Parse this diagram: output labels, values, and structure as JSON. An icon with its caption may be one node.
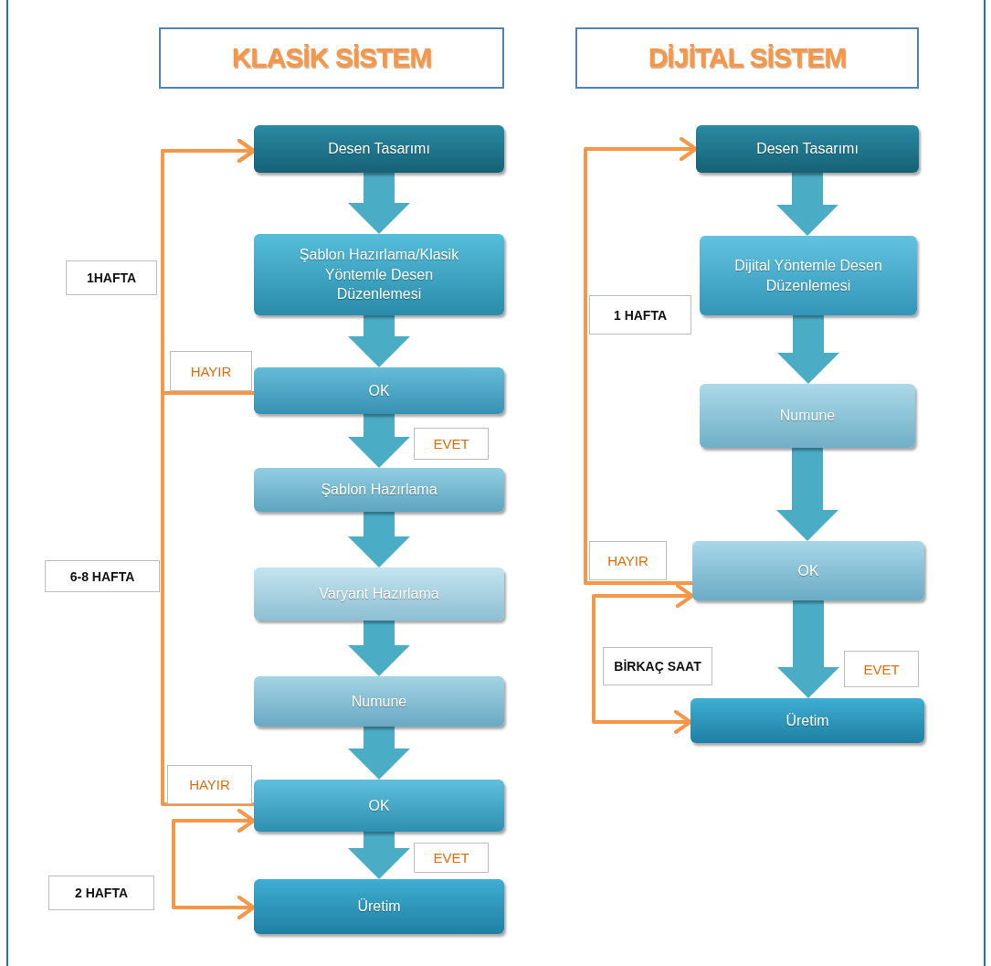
{
  "diagram": {
    "nodes": [
      {
        "text": [
          "KLASİK SİSTEM"
        ]
      },
      {
        "text": [
          "DİJİTAL SİSTEM"
        ]
      },
      {
        "text": [
          "Desen Tasarımı"
        ]
      },
      {
        "text": [
          "Şablon Hazırlama/Klasik Yöntemle Desen Düzenlemesi"
        ]
      },
      {
        "text": [
          "OK"
        ]
      },
      {
        "text": [
          "Şablon Hazırlama"
        ]
      },
      {
        "text": [
          "Varyant Hazırlama"
        ]
      },
      {
        "text": [
          "Numune"
        ]
      },
      {
        "text": [
          "OK"
        ]
      },
      {
        "text": [
          "Üretim"
        ]
      },
      {
        "text": [
          "Desen Tasarımı"
        ]
      },
      {
        "text": [
          "Dijital Yöntemle Desen Düzenlemesi"
        ]
      },
      {
        "text": [
          "Numune"
        ]
      },
      {
        "text": [
          "OK"
        ]
      },
      {
        "text": [
          "Üretim"
        ]
      }
    ],
    "edges": [
      {
        "from": 2,
        "to": 3,
        "arrow": "to"
      },
      {
        "from": 3,
        "to": 4,
        "arrow": "to"
      },
      {
        "from": 4,
        "to": 5,
        "arrow": "to",
        "label": "EVET"
      },
      {
        "from": 5,
        "to": 6,
        "arrow": "to"
      },
      {
        "from": 6,
        "to": 7,
        "arrow": "to"
      },
      {
        "from": 7,
        "to": 8,
        "arrow": "to"
      },
      {
        "from": 8,
        "to": 9,
        "arrow": "to",
        "label": "EVET"
      },
      {
        "from": 4,
        "to": 2,
        "arrow": "to",
        "color": "#f79646",
        "label": "HAYIR"
      },
      {
        "from": 8,
        "to": 2,
        "arrow": "to",
        "color": "#f79646",
        "label": "HAYIR"
      },
      {
        "from": 8,
        "to": 9,
        "arrow": "both",
        "color": "#f79646"
      },
      {
        "from": 10,
        "to": 11,
        "arrow": "to"
      },
      {
        "from": 11,
        "to": 12,
        "arrow": "to"
      },
      {
        "from": 12,
        "to": 13,
        "arrow": "to"
      },
      {
        "from": 13,
        "to": 14,
        "arrow": "to",
        "label": "EVET"
      },
      {
        "from": 13,
        "to": 10,
        "arrow": "to",
        "color": "#f79646",
        "label": "HAYIR"
      },
      {
        "from": 13,
        "to": 14,
        "arrow": "both",
        "color": "#f79646"
      }
    ],
    "labels": [
      "1HAFTA",
      "1 HAFTA",
      "6-8 HAFTA",
      "BİRKAÇ SAAT",
      "2 HAFTA"
    ]
  }
}
